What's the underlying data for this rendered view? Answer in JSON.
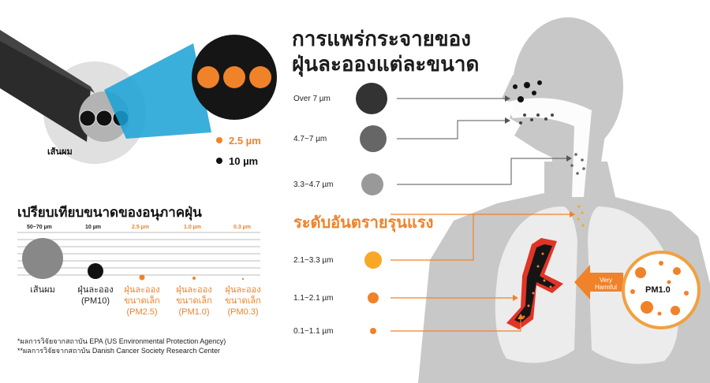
{
  "hair_section": {
    "hair_label": "เส้นผม",
    "legend": [
      {
        "label": "2.5 µm",
        "color": "#f0822a"
      },
      {
        "label": "10 µm",
        "color": "#111111"
      }
    ]
  },
  "dispersion": {
    "title_line1": "การแพร่กระจายของ",
    "title_line2": "ฝุ่นละอองแต่ละขนาด",
    "sizes": [
      {
        "label": "Over 7 µm",
        "color": "#333333"
      },
      {
        "label": "4.7~7 µm",
        "color": "#666666"
      },
      {
        "label": "3.3~4.7 µm",
        "color": "#999999"
      }
    ]
  },
  "danger": {
    "title": "ระดับอันตรายรุนแรง",
    "sizes": [
      {
        "label": "2.1~3.3 µm",
        "color": "#f9a825"
      },
      {
        "label": "1.1~2.1 µm",
        "color": "#f0822a"
      },
      {
        "label": "0.1~1.1 µm",
        "color": "#f0822a"
      }
    ],
    "badge_line1": "Very",
    "badge_line2": "Harmful",
    "pm_label": "PM1.0"
  },
  "comparison": {
    "title": "เปรียบเทียบขนาดของอนุภาคฝุ่น",
    "items": [
      {
        "tick": "50~70 µm",
        "line1": "เส้นผม",
        "line2": "",
        "line3": "",
        "color": "#888888",
        "orange": false
      },
      {
        "tick": "10 µm",
        "line1": "ฝุ่นละออง",
        "line2": "(PM10)",
        "line3": "",
        "color": "#111111",
        "orange": false
      },
      {
        "tick": "2.5 µm",
        "line1": "ฝุ่นละออง",
        "line2": "ขนาดเล็ก",
        "line3": "(PM2.5)",
        "color": "#f0822a",
        "orange": true
      },
      {
        "tick": "1.0 µm",
        "line1": "ฝุ่นละออง",
        "line2": "ขนาดเล็ก",
        "line3": "(PM1.0)",
        "color": "#f0822a",
        "orange": true
      },
      {
        "tick": "0.3 µm",
        "line1": "ฝุ่นละออง",
        "line2": "ขนาดเล็ก",
        "line3": "(PM0.3)",
        "color": "#f0822a",
        "orange": true
      }
    ],
    "notes": [
      "*ผลการวิจัยจากสถาบัน EPA (US Environmental Protection Agency)",
      "**ผลการวิจัยจากสถาบัน Danish Cancer Society Research Center"
    ]
  }
}
